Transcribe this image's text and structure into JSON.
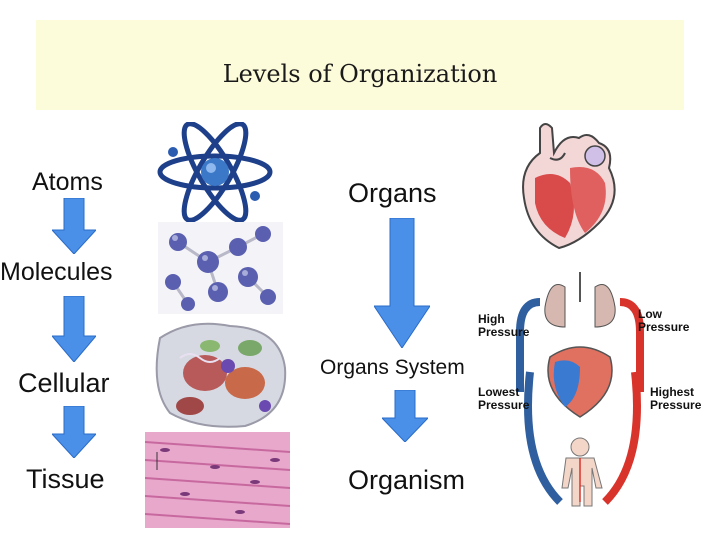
{
  "title": "Levels of Organization",
  "left_column": [
    {
      "label": "Atoms"
    },
    {
      "label": "Molecules"
    },
    {
      "label": "Cellular"
    },
    {
      "label": "Tissue"
    }
  ],
  "right_column": [
    {
      "label": "Organs"
    },
    {
      "label": "Organs System"
    },
    {
      "label": "Organism"
    }
  ],
  "circulation_labels": {
    "high_pressure": "High\nPressure",
    "low_pressure": "Low\nPressure",
    "lowest_pressure": "Lowest\nPressure",
    "highest_pressure": "Highest\nPressure"
  },
  "colors": {
    "arrow_blue": "#4a8fe8",
    "title_bg": "#fcfbda",
    "vessel_red": "#d9342b",
    "vessel_blue": "#2f5f9e"
  }
}
